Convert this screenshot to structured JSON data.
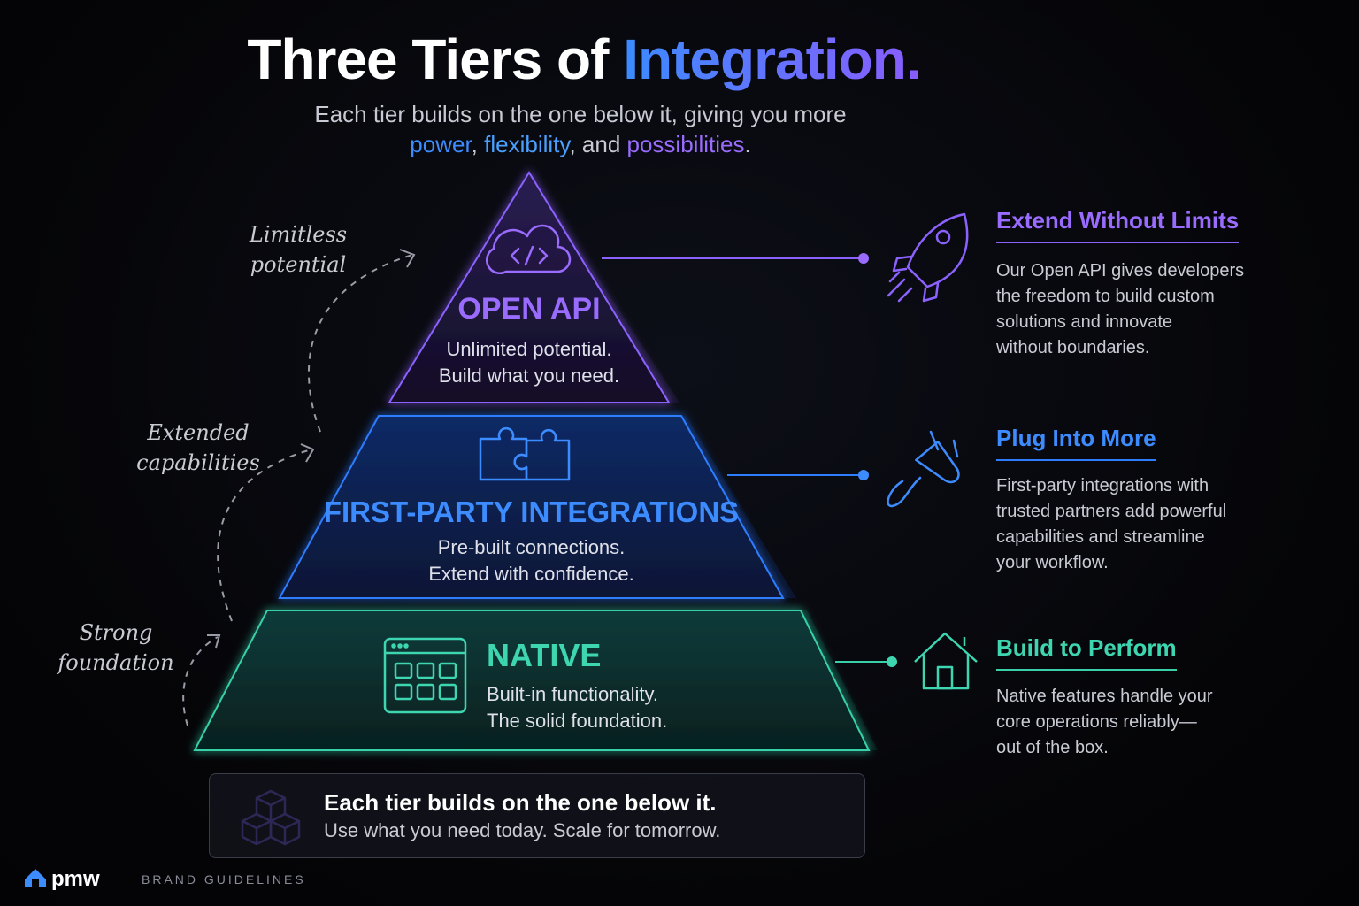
{
  "header": {
    "title_main": "Three Tiers of ",
    "title_accent": "Integration.",
    "subtitle_line1": "Each tier builds on the one below it, giving you more",
    "subtitle_w1": "power",
    "subtitle_sep1": ", ",
    "subtitle_w2": "flexibility",
    "subtitle_sep2": ", and ",
    "subtitle_w3": "possibilities",
    "subtitle_end": "."
  },
  "tiers": [
    {
      "title": "OPEN API",
      "line1": "Unlimited potential.",
      "line2": "Build what you need.",
      "icon": "cloud-code-icon",
      "color": "#9a6bff"
    },
    {
      "title": "FIRST-PARTY INTEGRATIONS",
      "line1": "Pre-built connections.",
      "line2": "Extend with confidence.",
      "icon": "puzzle-icon",
      "color": "#3d8cff"
    },
    {
      "title": "NATIVE",
      "line1": "Built-in functionality.",
      "line2": "The solid foundation.",
      "icon": "app-grid-icon",
      "color": "#3ed6b0"
    }
  ],
  "annotations": [
    {
      "line1": "Limitless",
      "line2": "potential"
    },
    {
      "line1": "Extended",
      "line2": "capabilities"
    },
    {
      "line1": "Strong",
      "line2": "foundation"
    }
  ],
  "side": [
    {
      "heading": "Extend Without Limits",
      "l1": "Our Open API gives developers",
      "l2": "the freedom to build custom",
      "l3": "solutions and innovate",
      "l4": "without boundaries.",
      "icon": "rocket-icon"
    },
    {
      "heading": "Plug Into More",
      "l1": "First-party integrations with",
      "l2": "trusted partners add powerful",
      "l3": "capabilities and streamline",
      "l4": "your workflow.",
      "icon": "plug-icon"
    },
    {
      "heading": "Build to Perform",
      "l1": "Native features handle your",
      "l2": "core operations reliably—",
      "l3": "out of the box.",
      "l4": "",
      "icon": "house-icon"
    }
  ],
  "banner": {
    "heading": "Each tier builds on the one below it.",
    "text": "Use what you need today. Scale for tomorrow.",
    "icon": "cubes-icon"
  },
  "footer": {
    "brand": "pmw",
    "tag": "BRAND GUIDELINES"
  }
}
